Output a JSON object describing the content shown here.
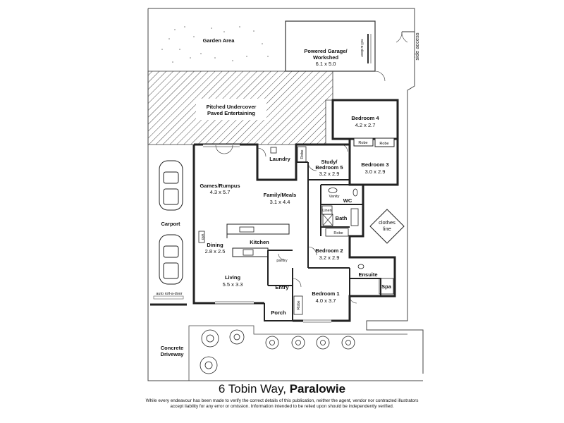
{
  "rooms": {
    "garden": {
      "name": "Garden Area"
    },
    "garage": {
      "name": "Powered Garage/\nWorkshed",
      "size": "6.1 x 5.0"
    },
    "roll_door": "roll-a-door",
    "side_access": "side access",
    "entertaining": {
      "name": "Pitched Undercover\nPaved Entertaining"
    },
    "bed4": {
      "name": "Bedroom 4",
      "size": "4.2 x 2.7"
    },
    "bed3": {
      "name": "Bedroom 3",
      "size": "3.0 x 2.9"
    },
    "robe": "Robe",
    "laundry": "Laundry",
    "study": {
      "name": "Study/\nBedroom 5",
      "size": "3.2 x 2.9"
    },
    "games": {
      "name": "Games/Rumpus",
      "size": "4.3 x 5.7"
    },
    "family": {
      "name": "Family/Meals",
      "size": "3.1 x 4.4"
    },
    "vanity": "Vanity",
    "wc": "WC",
    "linen": "Linen",
    "bath": "Bath",
    "clothes_line": "clothes\nline",
    "carport": "Carport",
    "wall_oven": "w/o",
    "dining": {
      "name": "Dining",
      "size": "2.8 x 2.5"
    },
    "kitchen": "Kitchen",
    "pantry": "pantry",
    "bed2": {
      "name": "Bedroom 2",
      "size": "3.2 x 2.9"
    },
    "ensuite": "Ensuite",
    "spa": "Spa",
    "living": {
      "name": "Living",
      "size": "5.5 x 3.3"
    },
    "entry": "Entry",
    "bed1": {
      "name": "Bedroom 1",
      "size": "4.0 x 3.7"
    },
    "auto_door": "auto roll-a-door",
    "porch": "Porch",
    "driveway": {
      "name": "Concrete\nDriveway"
    }
  },
  "address": {
    "street": "6 Tobin Way, ",
    "suburb": "Paralowie"
  },
  "disclaimer": "While every endeavour has been made to verify the correct details of this publication, neither the agent, vendor nor contracted illustrators accept liability for any error or omission. Information intended to be relied upon should be independently verified."
}
